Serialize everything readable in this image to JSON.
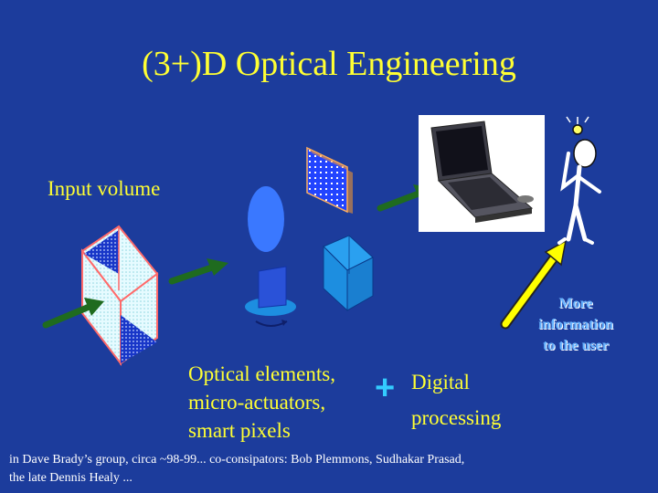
{
  "slide": {
    "title": "(3+)D Optical Engineering",
    "input_volume_label": "Input volume",
    "optical_lines": [
      "Optical elements,",
      "micro-actuators,",
      "smart pixels"
    ],
    "plus_sign": "+",
    "digital_lines": [
      "Digital",
      "processing"
    ],
    "user_info_lines": [
      "More",
      "information",
      "to the user"
    ],
    "footer_lines": [
      "in Dave Brady’s group, circa ~98-99... co-consipators: Bob Plemmons, Sudhakar Prasad,",
      "the late Dennis Healy ..."
    ]
  },
  "colors": {
    "background": "#1c3c9c",
    "text_yellow": "#ffff33",
    "arrow_green": "#1f6b1f",
    "arrow_yellow": "#ffff00",
    "lens_blue": "#3a78ff",
    "cube_cyan": "#1d8ee0",
    "plus_cyan": "#33ccff"
  },
  "icons": {
    "input_volume": "prism-volume-icon",
    "lens": "lens-icon",
    "micro_actuator": "tilting-mirror-icon",
    "smart_pixel": "smart-pixel-array-icon",
    "cube": "optical-cube-icon",
    "computer": "laptop-icon",
    "user": "stick-figure-idea-icon"
  }
}
